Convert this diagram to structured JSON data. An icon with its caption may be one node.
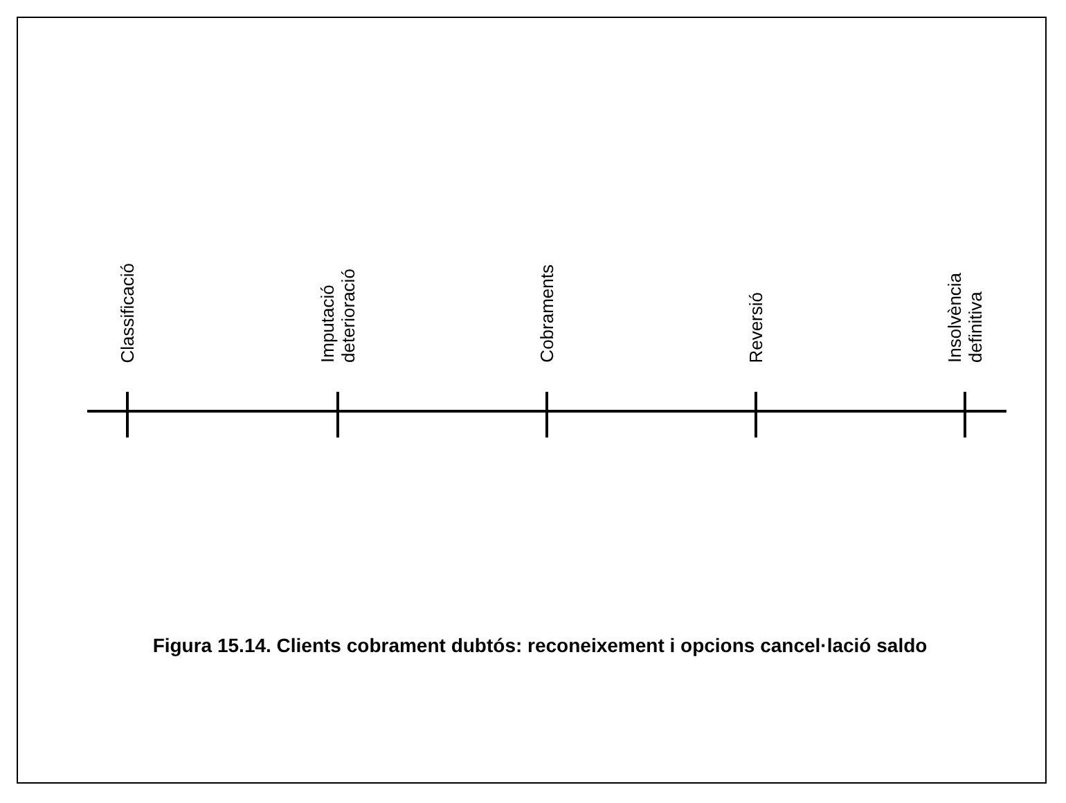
{
  "diagram": {
    "caption": "Figura 15.14. Clients cobrament dubtós:  reconeixement i opcions cancel·lació saldo",
    "labels": [
      "Classificació",
      "Imputació deterioració",
      "Cobraments",
      "Reversió",
      "Insolvència definitiva"
    ]
  }
}
